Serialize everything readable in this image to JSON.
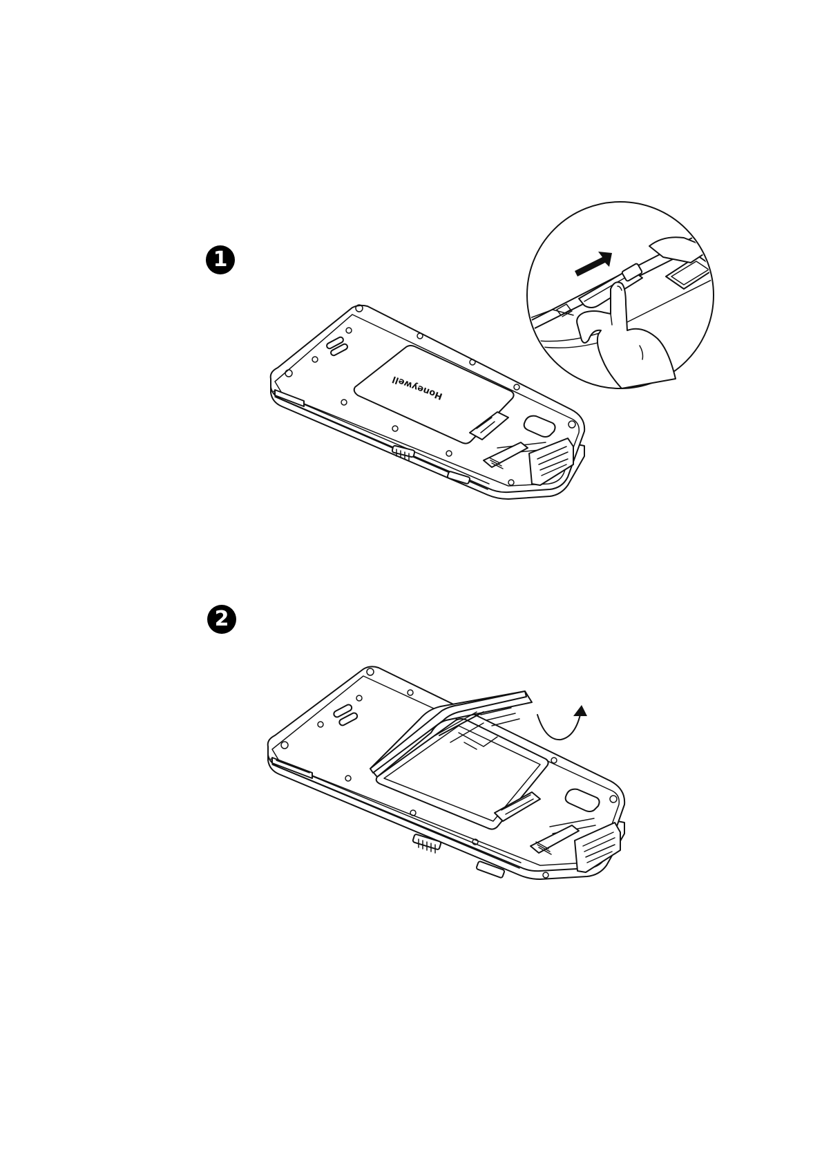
{
  "steps": [
    {
      "number": "1",
      "glyph": "➊"
    },
    {
      "number": "2",
      "glyph": "➋"
    }
  ],
  "illustrations": {
    "step1": {
      "device_logo": "Honeywell",
      "icons": [
        "device-back-view",
        "zoom-circle-detail",
        "push-arrow-icon",
        "finger-press-icon"
      ]
    },
    "step2": {
      "icons": [
        "device-back-view",
        "lifted-battery-door",
        "rotate-arrow-icon"
      ]
    }
  }
}
